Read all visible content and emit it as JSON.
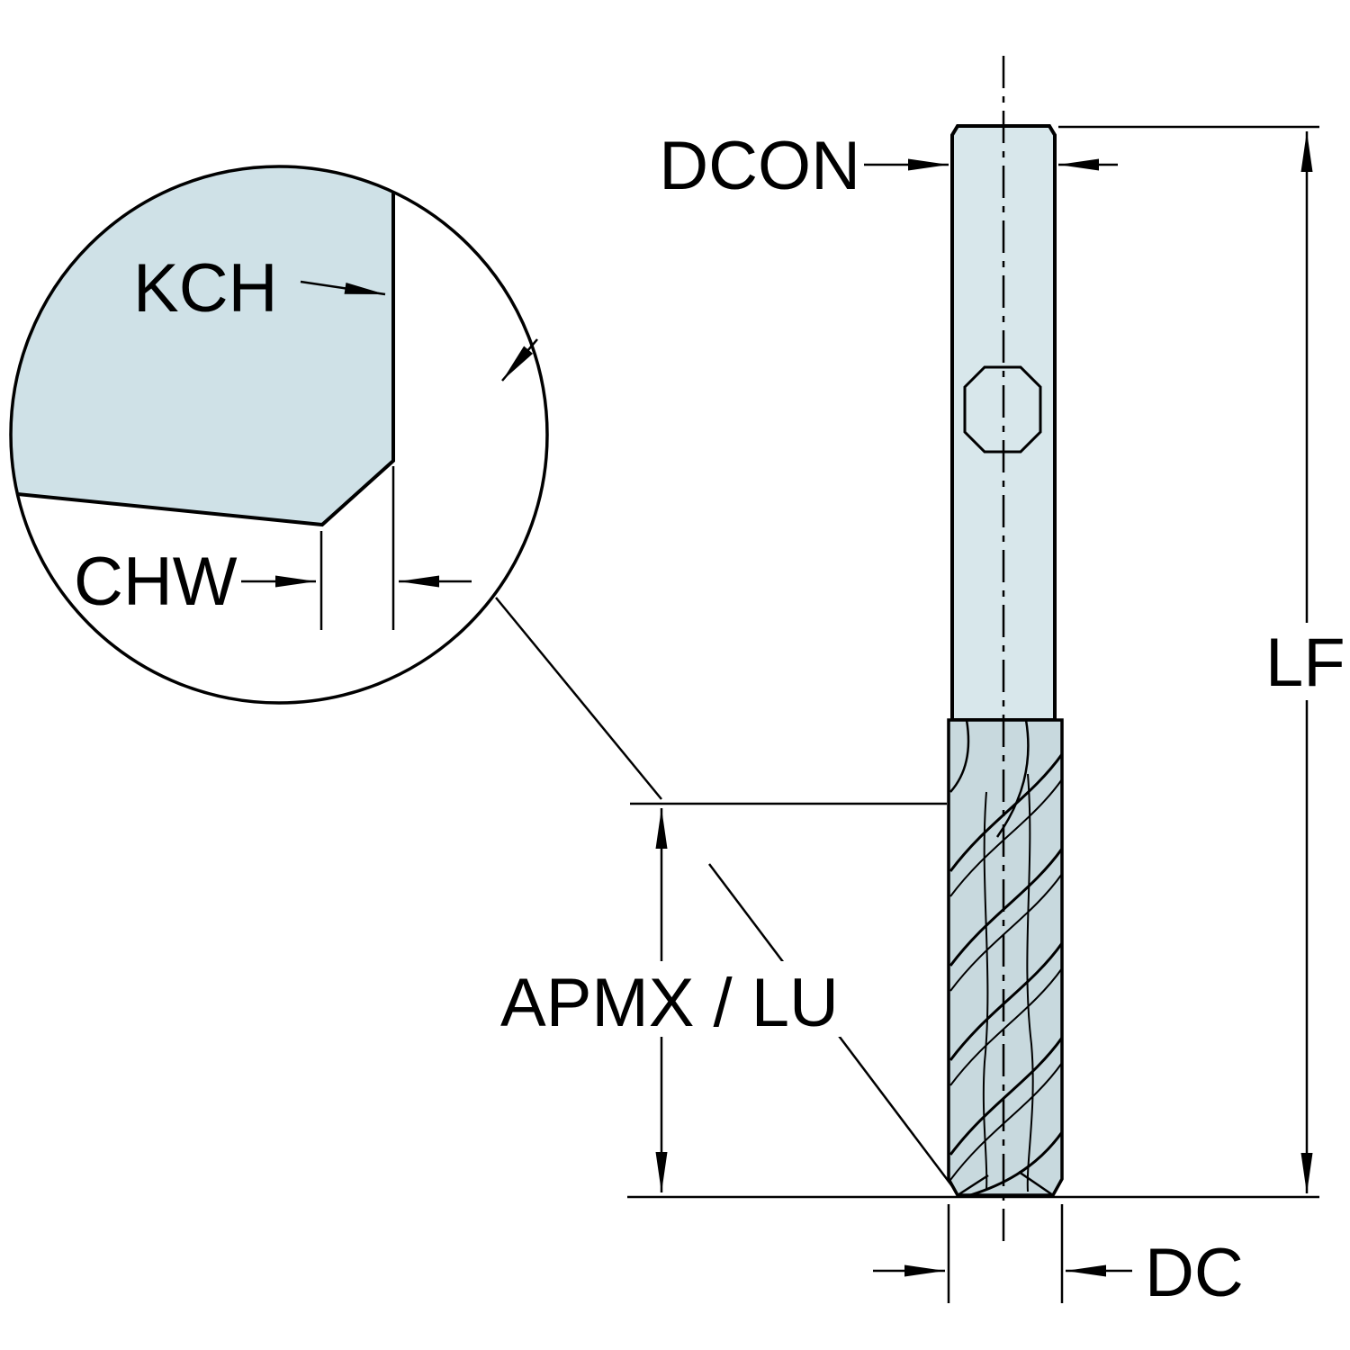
{
  "diagram": {
    "type": "technical-drawing",
    "subject": "End mill cutter dimension drawing with chamfer detail view",
    "labels": {
      "dcon": "DCON",
      "kch": "KCH",
      "chw": "CHW",
      "lf": "LF",
      "apmx_lu": "APMX / LU",
      "dc": "DC"
    },
    "colors": {
      "background": "#ffffff",
      "line": "#000000",
      "shank_fill": "#d8e7eb",
      "flute_fill": "#c8d9de",
      "detail_fill": "#cfe1e7"
    }
  }
}
